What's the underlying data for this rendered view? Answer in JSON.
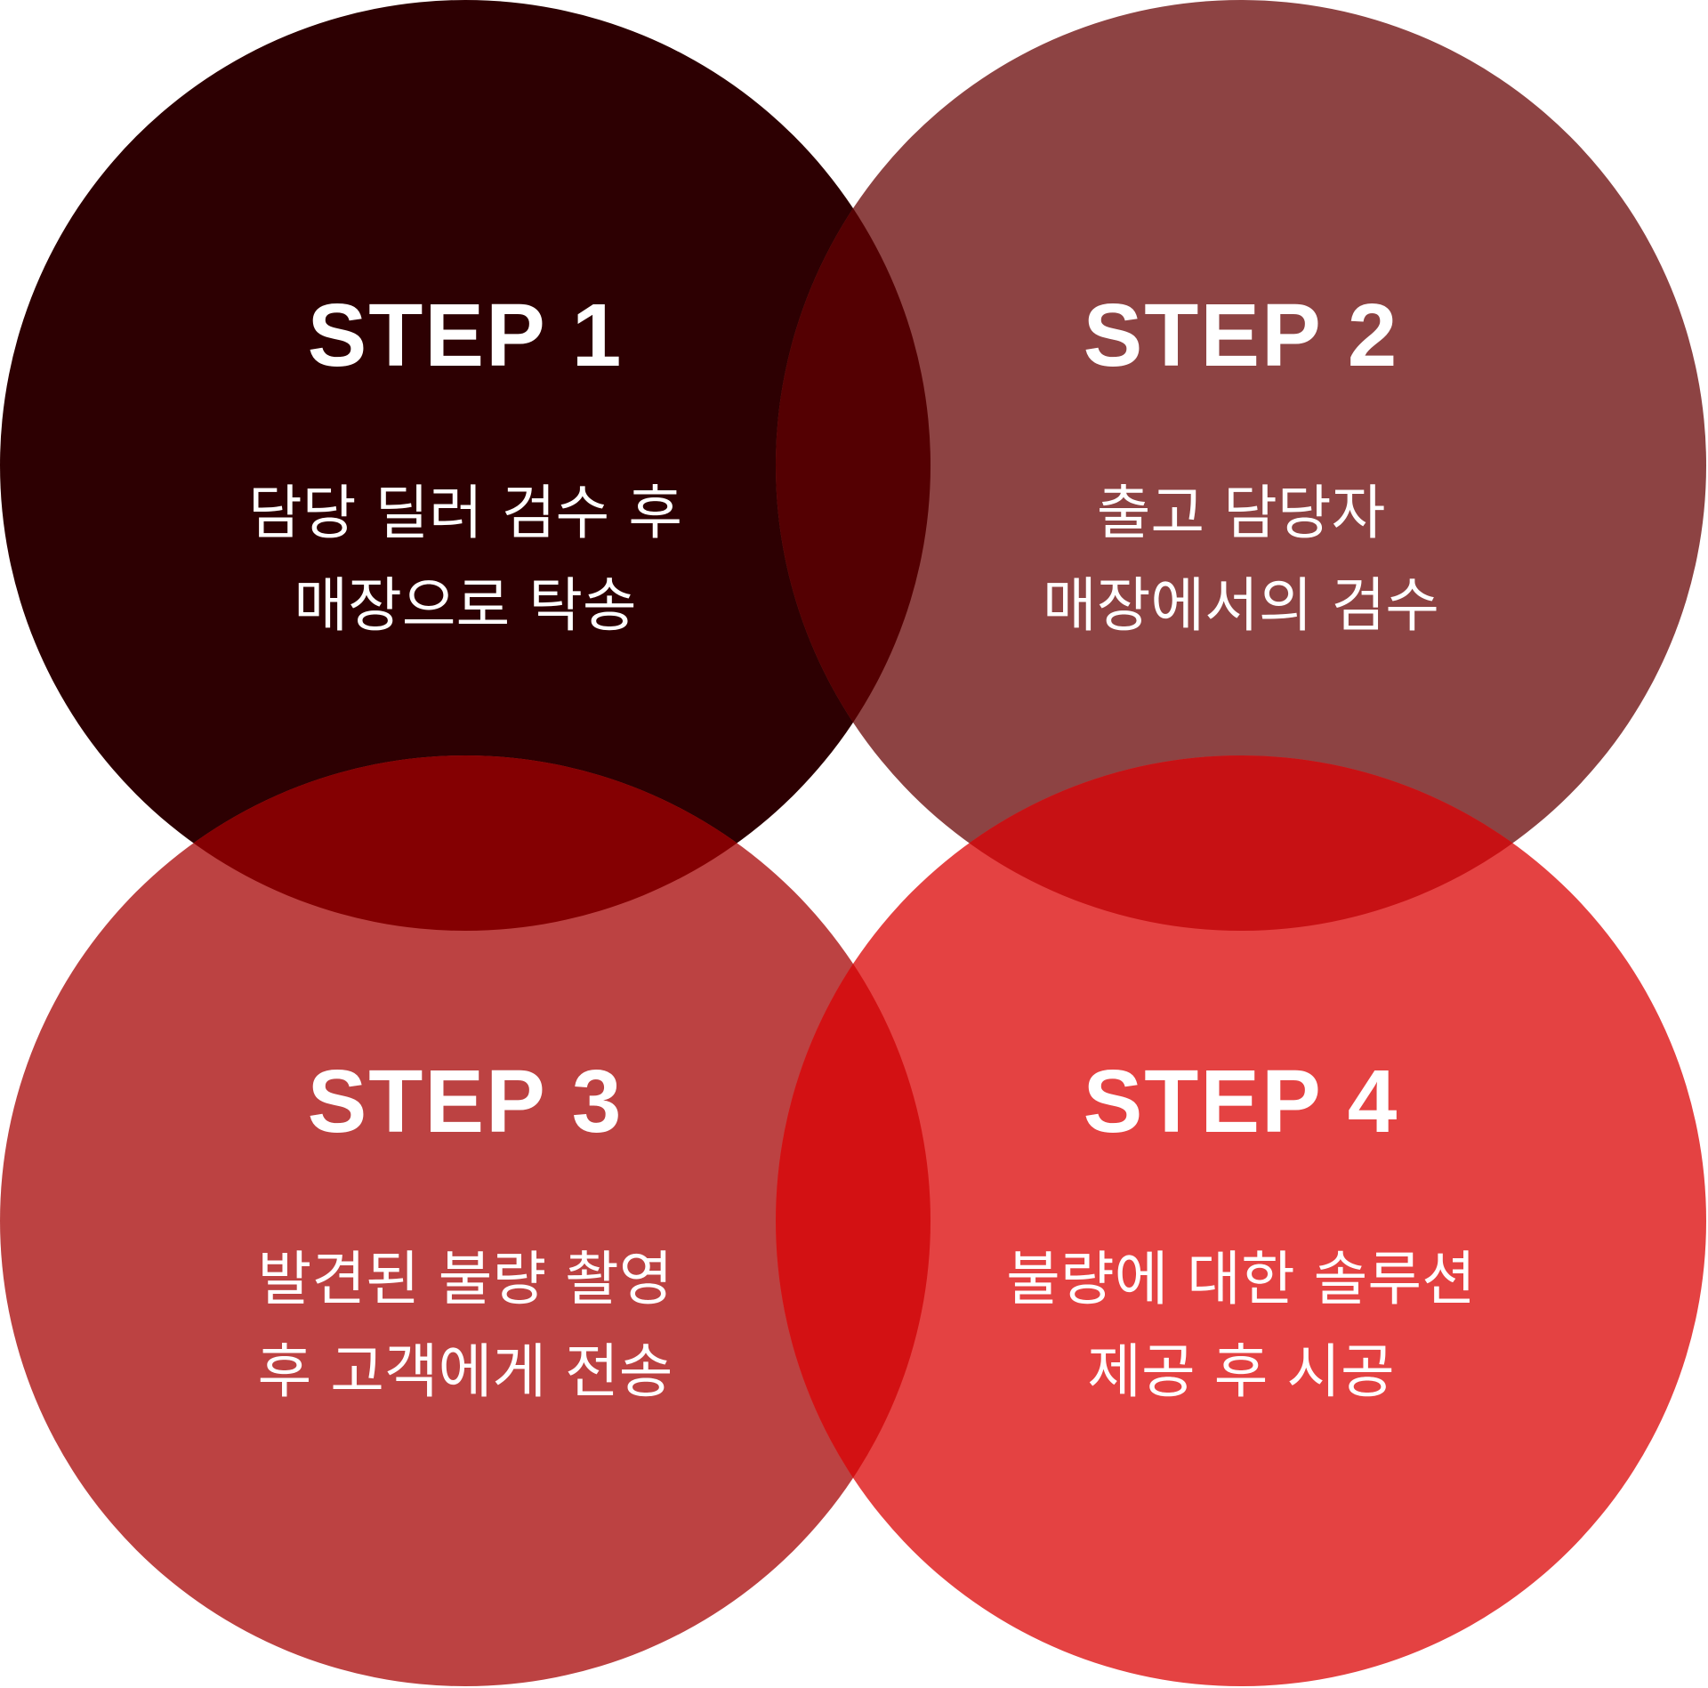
{
  "colors": {
    "step1": "#2d0002",
    "step2": "#8d4343",
    "step3": "#bc4242",
    "step4": "#e44242",
    "overlap_1_2": "#540002",
    "overlap_1_3": "#840002",
    "overlap_2_4": "#c71114",
    "overlap_3_4": "#d31113",
    "text": "#ffffff"
  },
  "steps": [
    {
      "title": "STEP 1",
      "lines": [
        "담당 딜러 검수 후",
        "매장으로 탁송"
      ]
    },
    {
      "title": "STEP 2",
      "lines": [
        "출고 담당자",
        "매장에서의 검수"
      ]
    },
    {
      "title": "STEP 3",
      "lines": [
        "발견된 불량 촬영",
        "후 고객에게 전송"
      ]
    },
    {
      "title": "STEP 4",
      "lines": [
        "불량에 대한 솔루션",
        "제공 후 시공"
      ]
    }
  ]
}
